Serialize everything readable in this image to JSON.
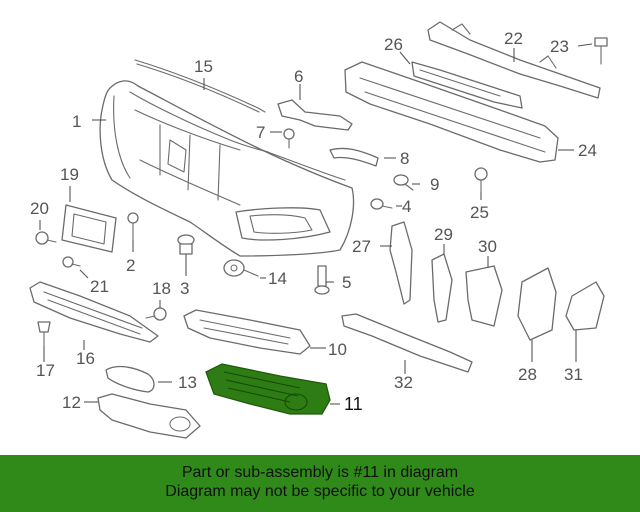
{
  "diagram": {
    "callouts": [
      "1",
      "2",
      "3",
      "4",
      "5",
      "6",
      "7",
      "8",
      "9",
      "10",
      "11",
      "12",
      "13",
      "14",
      "15",
      "16",
      "17",
      "18",
      "19",
      "20",
      "21",
      "22",
      "23",
      "24",
      "25",
      "26",
      "27",
      "28",
      "29",
      "30",
      "31",
      "32"
    ],
    "highlighted_part": "11"
  },
  "footer": {
    "line1": "Part or sub-assembly is #11 in diagram",
    "line2": "Diagram may not be specific to your vehicle"
  },
  "colors": {
    "highlight": "#2e7d14",
    "footer_bg": "#2f8a1a",
    "line_art": "#6b6b6b"
  }
}
